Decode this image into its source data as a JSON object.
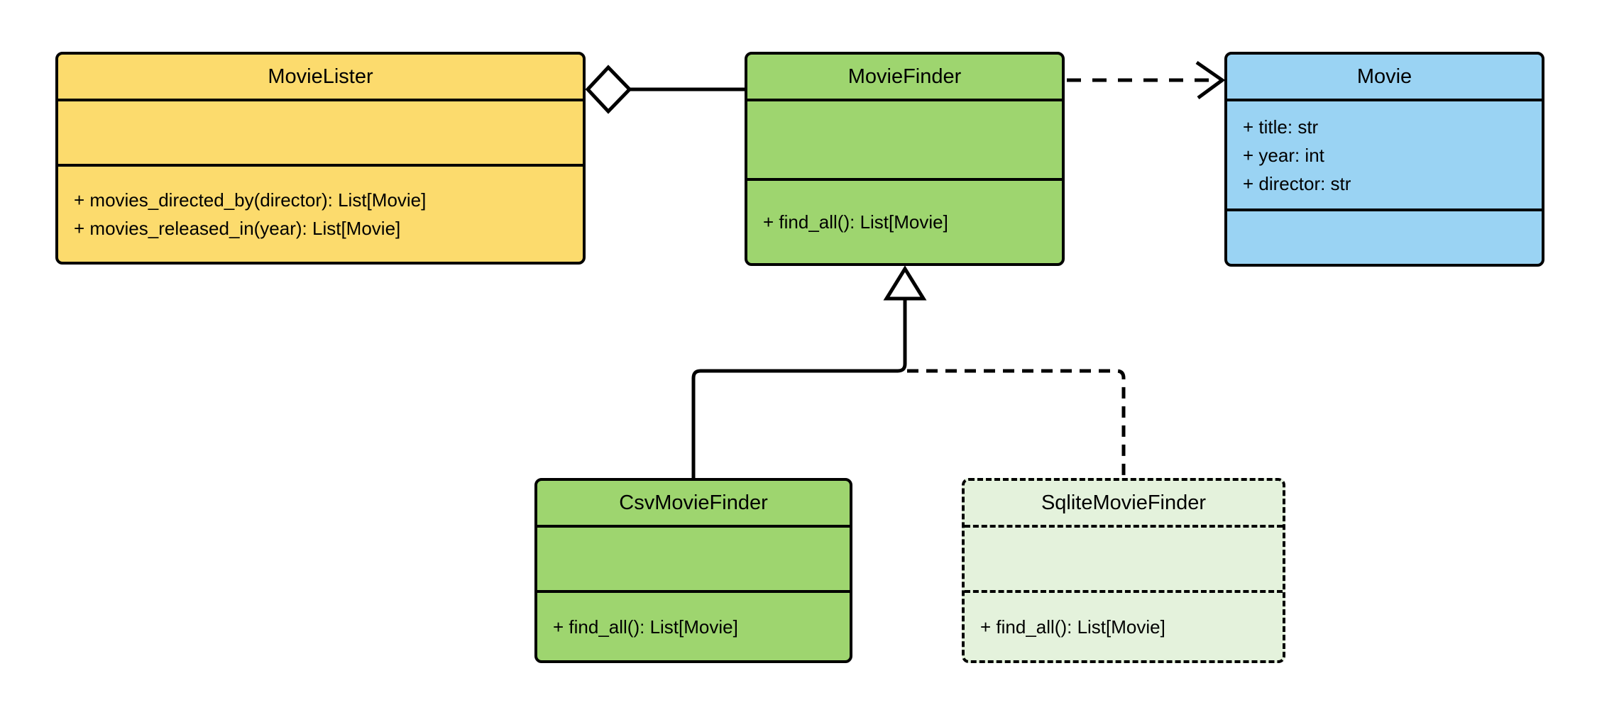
{
  "diagram": {
    "kind": "uml-class-diagram",
    "background_color": "#FFFFFF",
    "line_color": "#000000"
  },
  "colors": {
    "yellow_fill": "#FCDB6D",
    "green_fill": "#9ED56F",
    "blue_fill": "#9AD3F3",
    "pale_green_fill": "#E4F2DC",
    "shape_head_fill": "#FFFFFF"
  },
  "classes": [
    {
      "name": "MovieLister",
      "fill": "#FCDB6D",
      "attributes": [],
      "methods": [
        "+ movies_directed_by(director): List[Movie]",
        "+ movies_released_in(year): List[Movie]"
      ]
    },
    {
      "name": "MovieFinder",
      "fill": "#9ED56F",
      "attributes": [],
      "methods": [
        "+ find_all(): List[Movie]"
      ]
    },
    {
      "name": "Movie",
      "fill": "#9AD3F3",
      "attributes": [
        "+ title: str",
        "+ year: int",
        "+ director: str"
      ],
      "methods": []
    },
    {
      "name": "CsvMovieFinder",
      "fill": "#9ED56F",
      "attributes": [],
      "methods": [
        "+ find_all(): List[Movie]"
      ]
    },
    {
      "name": "SqliteMovieFinder",
      "fill": "#E4F2DC",
      "attributes": [],
      "methods": [
        "+ find_all(): List[Movie]"
      ],
      "border_style": "dashed"
    }
  ],
  "relationships": [
    {
      "type": "aggregation",
      "from": "MovieLister",
      "to": "MovieFinder",
      "line": "solid",
      "marker": "open-diamond"
    },
    {
      "type": "dependency",
      "from": "MovieFinder",
      "to": "Movie",
      "line": "dashed",
      "marker": "open-arrow"
    },
    {
      "type": "generalization",
      "from": "CsvMovieFinder",
      "to": "MovieFinder",
      "line": "solid",
      "marker": "open-triangle"
    },
    {
      "type": "generalization",
      "from": "SqliteMovieFinder",
      "to": "MovieFinder",
      "line": "dashed",
      "marker": "open-triangle-shared"
    }
  ]
}
